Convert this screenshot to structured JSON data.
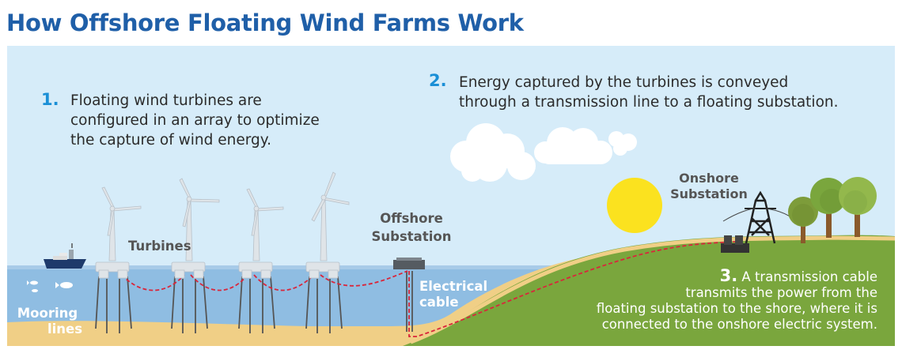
{
  "title": "How Offshore Floating Wind Farms Work",
  "steps": [
    {
      "number": "1.",
      "lines": [
        "Floating wind turbines are",
        "configured in an array to optimize",
        "the capture of wind energy."
      ]
    },
    {
      "number": "2.",
      "lines": [
        "Energy captured by the turbines is conveyed",
        "through a transmission line to a floating substation."
      ]
    },
    {
      "number": "3.",
      "first": "A transmission cable",
      "lines": [
        "transmits the power from the",
        "floating substation to the shore, where it is",
        "connected to the onshore electric system."
      ]
    }
  ],
  "labels": {
    "turbines": "Turbines",
    "offshore_substation": [
      "Offshore",
      "Substation"
    ],
    "onshore_substation": [
      "Onshore",
      "Substation"
    ],
    "electrical_cable": [
      "Electrical",
      "cable"
    ],
    "mooring_lines": [
      "Mooring",
      "lines"
    ]
  },
  "colors": {
    "sky": "#d6ecf9",
    "sea": "#8fbde2",
    "sand": "#f0cf86",
    "land": "#7aa63d",
    "title": "#1f5fa8",
    "step_number": "#1a8fd6",
    "cable": "#d9263b"
  }
}
